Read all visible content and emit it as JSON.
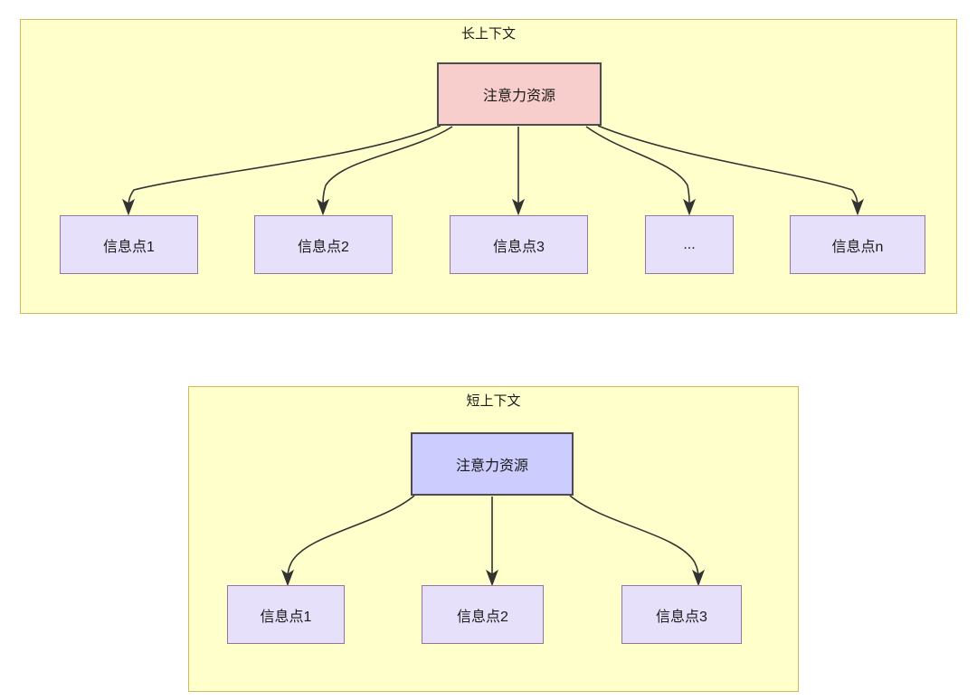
{
  "diagram": {
    "title_long": "长上下文",
    "title_short": "短上下文",
    "groups": [
      {
        "name": "long-context-group",
        "label": "长上下文",
        "root": {
          "label": "注意力资源",
          "fill": "#f8cecc",
          "stroke": "#4d4d4d"
        },
        "leaves": [
          {
            "label": "信息点1"
          },
          {
            "label": "信息点2"
          },
          {
            "label": "信息点3"
          },
          {
            "label": "..."
          },
          {
            "label": "信息点n"
          }
        ]
      },
      {
        "name": "short-context-group",
        "label": "短上下文",
        "root": {
          "label": "注意力资源",
          "fill": "#ccccff",
          "stroke": "#4d4d4d"
        },
        "leaves": [
          {
            "label": "信息点1"
          },
          {
            "label": "信息点2"
          },
          {
            "label": "信息点3"
          }
        ]
      }
    ],
    "colors": {
      "group_fill": "#ffffcc",
      "group_stroke": "#d6b656",
      "leaf_fill": "#e6e0fa",
      "leaf_stroke": "#9673a6",
      "edge_stroke": "#333333",
      "text": "#1a1a1a",
      "page_background": "#ffffff"
    }
  }
}
